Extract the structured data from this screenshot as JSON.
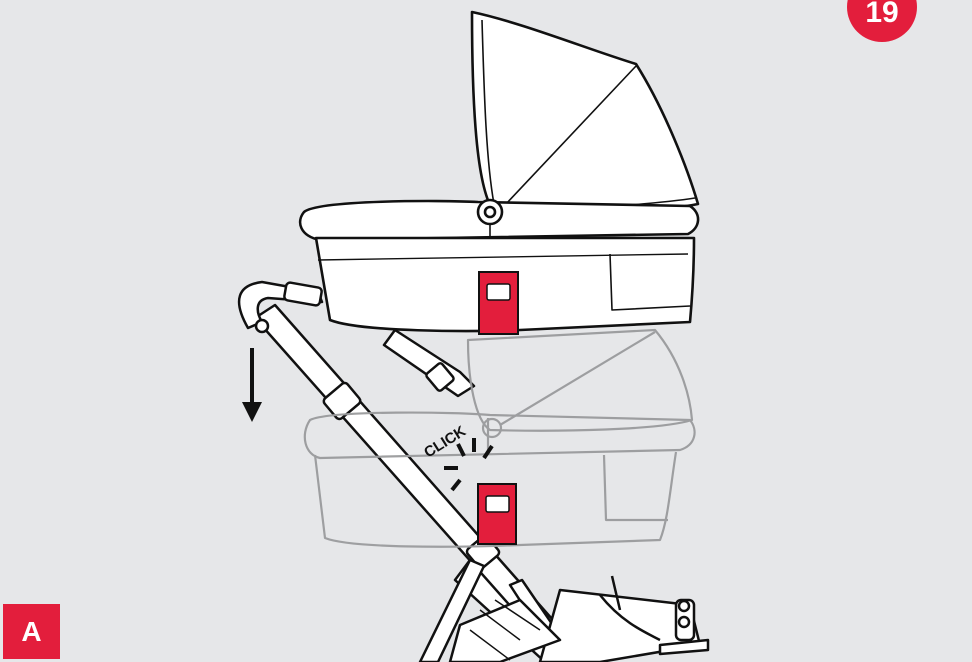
{
  "step_number": "19",
  "panel_label": "A",
  "click_label": "CLICK",
  "colors": {
    "background": "#e6e7e9",
    "accent": "#e31e3c",
    "outline": "#111111",
    "ghost_outline": "#9a9b9d"
  },
  "icons": [
    "down-arrow-icon",
    "release-button-icon"
  ]
}
